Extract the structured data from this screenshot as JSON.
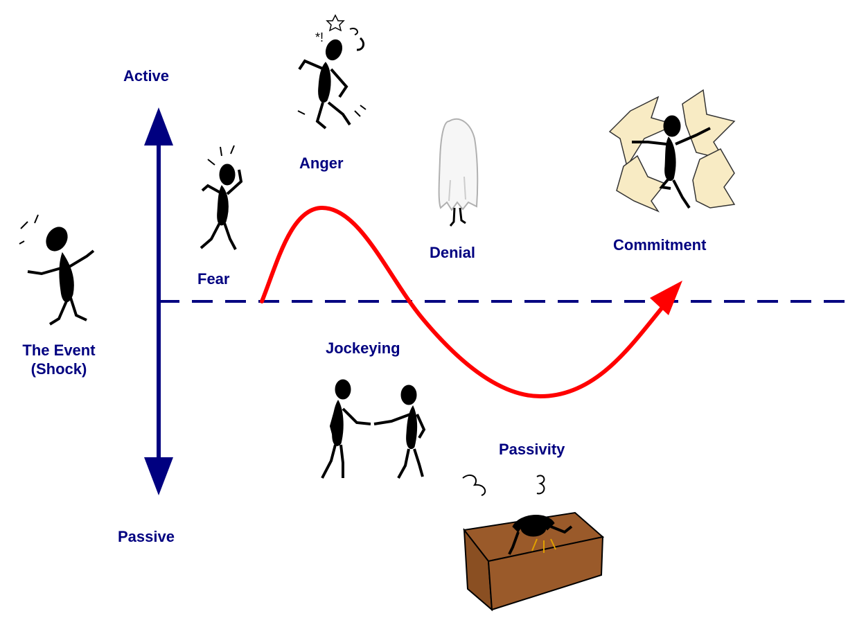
{
  "diagram": {
    "axis": {
      "top_label": "Active",
      "bottom_label": "Passive"
    },
    "stages": [
      {
        "label": "The Event",
        "sublabel": "(Shock)",
        "figure": "shocked-figure"
      },
      {
        "label": "Fear",
        "figure": "fearful-figure"
      },
      {
        "label": "Anger",
        "figure": "angry-figure"
      },
      {
        "label": "Denial",
        "figure": "ghost-figure"
      },
      {
        "label": "Jockeying",
        "figure": "handshake-figures"
      },
      {
        "label": "Passivity",
        "figure": "slumped-at-desk-figure"
      },
      {
        "label": "Commitment",
        "figure": "energized-figure"
      }
    ],
    "colors": {
      "axis": "#000080",
      "baseline": "#000080",
      "curve": "#ff0000",
      "labels": "#000080",
      "figures": "#000000",
      "desk": "#9a5a2a",
      "burst": "#f8ebc4"
    },
    "icons": {
      "axis_arrow": "double-headed-arrow",
      "curve_arrow": "arrowhead"
    }
  }
}
